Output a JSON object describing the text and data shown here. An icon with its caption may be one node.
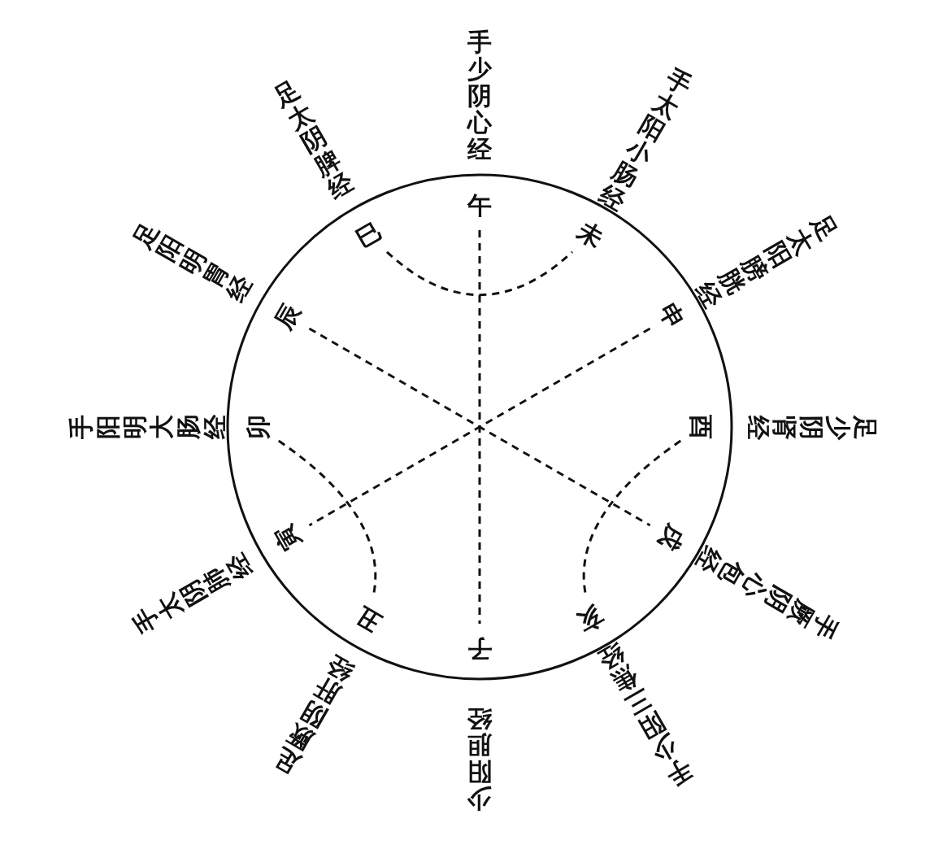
{
  "diagram": {
    "nodes": [
      {
        "text": [
          "午"
        ]
      },
      {
        "text": [
          "未"
        ]
      },
      {
        "text": [
          "申"
        ]
      },
      {
        "text": [
          "酉"
        ]
      },
      {
        "text": [
          "戌"
        ]
      },
      {
        "text": [
          "亥"
        ]
      },
      {
        "text": [
          "子"
        ]
      },
      {
        "text": [
          "丑"
        ]
      },
      {
        "text": [
          "寅"
        ]
      },
      {
        "text": [
          "卯"
        ]
      },
      {
        "text": [
          "辰"
        ]
      },
      {
        "text": [
          "巳"
        ]
      }
    ],
    "edges": [
      {
        "from": 0,
        "to": 6,
        "arrow": "none",
        "style": "dashed"
      },
      {
        "from": 10,
        "to": 4,
        "arrow": "none",
        "style": "dashed"
      },
      {
        "from": 2,
        "to": 8,
        "arrow": "none",
        "style": "dashed"
      },
      {
        "from": 11,
        "to": 1,
        "arrow": "none",
        "style": "dashed"
      },
      {
        "from": 9,
        "to": 7,
        "arrow": "none",
        "style": "dashed"
      },
      {
        "from": 3,
        "to": 5,
        "arrow": "none",
        "style": "dashed"
      }
    ],
    "labels": [
      "手少阴心经",
      "手太阳小肠经",
      "足太阳膀胱经",
      "足少阴肾经",
      "手厥阴心包经",
      "手少阳三焦经",
      "少阳胆经",
      "足厥阴肝经",
      "手太阴肺经",
      "手阳明大肠经",
      "足阳明胃经",
      "足太阴脾经"
    ]
  }
}
